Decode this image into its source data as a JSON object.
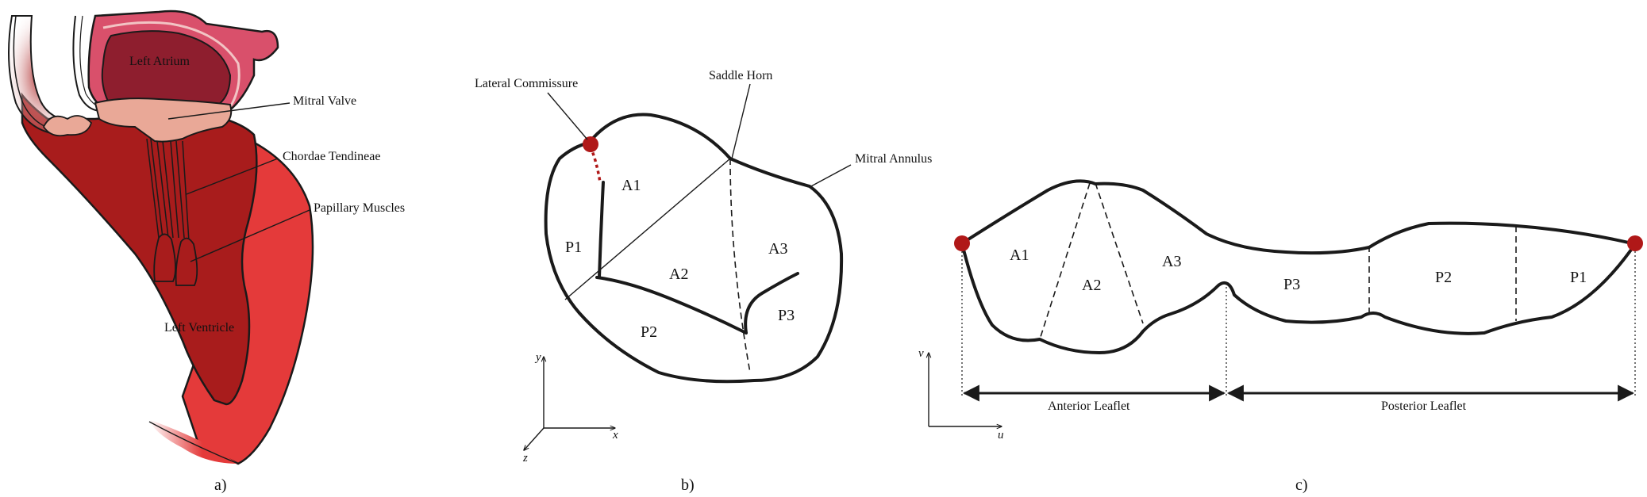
{
  "panels": {
    "a": {
      "caption": "a)",
      "labels": {
        "left_atrium": "Left Atrium",
        "mitral_valve": "Mitral Valve",
        "chordae": "Chordae Tendineae",
        "papillary": "Papillary Muscles",
        "left_ventricle": "Left Ventricle"
      },
      "colors": {
        "muscle": "#a81c1c",
        "atrium_wall": "#d9506b",
        "atrium_cavity": "#8e1e2e",
        "valve": "#e9a897",
        "outer": "#e43a3a"
      }
    },
    "b": {
      "caption": "b)",
      "labels": {
        "lateral_commissure": "Lateral Commissure",
        "saddle_horn": "Saddle Horn",
        "mitral_annulus": "Mitral Annulus"
      },
      "regions": {
        "a1": "A1",
        "a2": "A2",
        "a3": "A3",
        "p1": "P1",
        "p2": "P2",
        "p3": "P3"
      },
      "axes": {
        "x": "x",
        "y": "y",
        "z": "z"
      }
    },
    "c": {
      "caption": "c)",
      "regions": {
        "a1": "A1",
        "a2": "A2",
        "a3": "A3",
        "p3": "P3",
        "p2": "P2",
        "p1": "P1"
      },
      "leaflets": {
        "anterior": "Anterior Leaflet",
        "posterior": "Posterior Leaflet"
      },
      "axes": {
        "u": "u",
        "v": "v"
      }
    }
  },
  "colors": {
    "marker": "#b01818",
    "line": "#1a1a1a"
  }
}
